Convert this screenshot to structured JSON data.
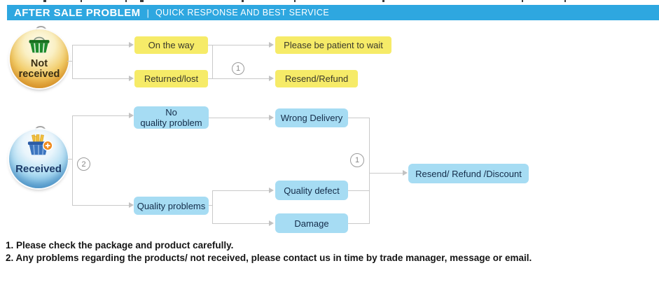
{
  "header": {
    "title": "AFTER SALE PROBLEM",
    "separator": "|",
    "subtitle": "QUICK RESPONSE AND BEST SERVICE"
  },
  "flows": {
    "not_received": {
      "source_line1": "Not",
      "source_line2": "received",
      "step_badge": "1",
      "on_the_way": "On the way",
      "returned_lost": "Returned/lost",
      "patient": "Please be patient to wait",
      "resend_refund": "Resend/Refund"
    },
    "received": {
      "source": "Received",
      "step_badge": "2",
      "merge_badge": "1",
      "no_quality_line1": "No",
      "no_quality_line2": "quality problem",
      "quality_problems": "Quality problems",
      "wrong_delivery": "Wrong Delivery",
      "quality_defect": "Quality defect",
      "damage": "Damage",
      "result": "Resend/ Refund /Discount"
    }
  },
  "notes": {
    "line1": "1. Please check the package and product carefully.",
    "line2": "2. Any problems regarding the products/ not received, please contact us in time by trade manager, message or email."
  },
  "icons": {
    "not_received": "green-shopping-basket-icon",
    "received": "blue-shopping-basket-icon",
    "received_badge": "orange-plus-coin-icon"
  },
  "colors": {
    "header_bg": "#2EA7E0",
    "yellow_node": "#F6EB68",
    "blue_node": "#A6DCF3",
    "connector": "#C9C9C9",
    "orange_sphere": "#EAAB3F",
    "blue_sphere": "#6FB4E0"
  }
}
